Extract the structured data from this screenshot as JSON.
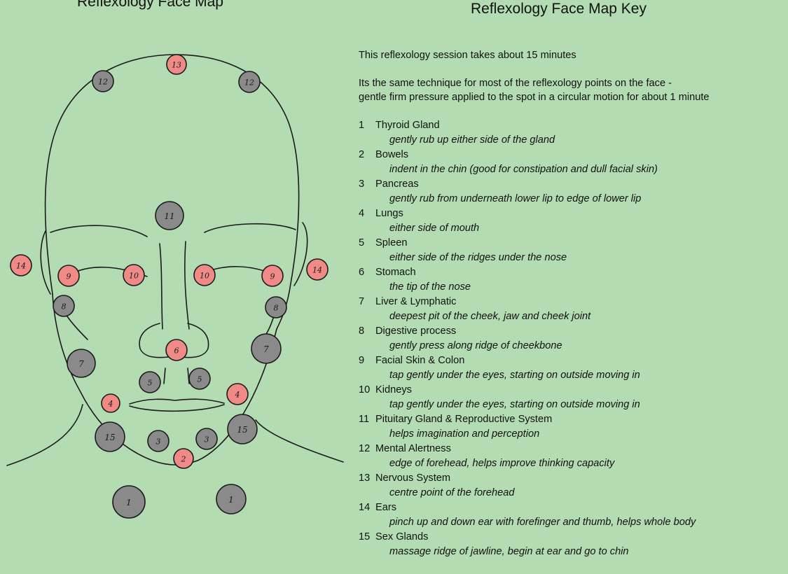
{
  "titles": {
    "face_map": "Reflexology Face Map",
    "key": "Reflexology Face Map Key"
  },
  "colors": {
    "background": "#b3dcb2",
    "gray_point": "#8a8a8a",
    "pink_point": "#ef8a86",
    "outline": "#1b1b1b"
  },
  "intro": {
    "duration": "This reflexology session takes about 15 minutes",
    "technique_line1": "Its the same technique for most of the reflexology points on the face -",
    "technique_line2": "gentle firm pressure applied to the spot in a circular motion for about 1 minute"
  },
  "key_items": [
    {
      "num": "1",
      "name": "Thyroid Gland",
      "desc": "gently rub up either side of the gland"
    },
    {
      "num": "2",
      "name": "Bowels",
      "desc": "indent in the chin (good for constipation and dull facial skin)"
    },
    {
      "num": "3",
      "name": "Pancreas",
      "desc": "gently rub from underneath lower lip to edge of lower lip"
    },
    {
      "num": "4",
      "name": "Lungs",
      "desc": "either side of mouth"
    },
    {
      "num": "5",
      "name": "Spleen",
      "desc": "either side of the ridges under the nose"
    },
    {
      "num": "6",
      "name": "Stomach",
      "desc": "the tip of the nose"
    },
    {
      "num": "7",
      "name": "Liver & Lymphatic",
      "desc": "deepest pit of the cheek, jaw and cheek joint"
    },
    {
      "num": "8",
      "name": "Digestive process",
      "desc": "gently press along ridge of cheekbone"
    },
    {
      "num": "9",
      "name": "Facial Skin & Colon",
      "desc": "tap gently under the eyes, starting on outside moving in"
    },
    {
      "num": "10",
      "name": "Kidneys",
      "desc": "tap gently under the eyes, starting on outside moving in"
    },
    {
      "num": "11",
      "name": "Pituitary Gland & Reproductive System",
      "desc": "helps imagination and perception"
    },
    {
      "num": "12",
      "name": "Mental Alertness",
      "desc": "edge of forehead, helps improve thinking capacity"
    },
    {
      "num": "13",
      "name": "Nervous System",
      "desc": "centre point of the forehead"
    },
    {
      "num": "14",
      "name": "Ears",
      "desc": "pinch up and down ear with forefinger and thumb, helps whole body"
    },
    {
      "num": "15",
      "name": "Sex Glands",
      "desc": "massage ridge of jawline, begin at ear and go to chin"
    }
  ],
  "face_points": [
    {
      "label": "13",
      "color": "pink"
    },
    {
      "label": "12",
      "color": "gray"
    },
    {
      "label": "12",
      "color": "gray"
    },
    {
      "label": "11",
      "color": "gray"
    },
    {
      "label": "14",
      "color": "pink"
    },
    {
      "label": "14",
      "color": "pink"
    },
    {
      "label": "9",
      "color": "pink"
    },
    {
      "label": "10",
      "color": "pink"
    },
    {
      "label": "10",
      "color": "pink"
    },
    {
      "label": "9",
      "color": "pink"
    },
    {
      "label": "8",
      "color": "gray"
    },
    {
      "label": "8",
      "color": "gray"
    },
    {
      "label": "6",
      "color": "pink"
    },
    {
      "label": "7",
      "color": "gray"
    },
    {
      "label": "7",
      "color": "gray"
    },
    {
      "label": "5",
      "color": "gray"
    },
    {
      "label": "5",
      "color": "gray"
    },
    {
      "label": "4",
      "color": "pink"
    },
    {
      "label": "4",
      "color": "pink"
    },
    {
      "label": "15",
      "color": "gray"
    },
    {
      "label": "15",
      "color": "gray"
    },
    {
      "label": "3",
      "color": "gray"
    },
    {
      "label": "3",
      "color": "gray"
    },
    {
      "label": "2",
      "color": "pink"
    },
    {
      "label": "1",
      "color": "gray"
    },
    {
      "label": "1",
      "color": "gray"
    }
  ]
}
